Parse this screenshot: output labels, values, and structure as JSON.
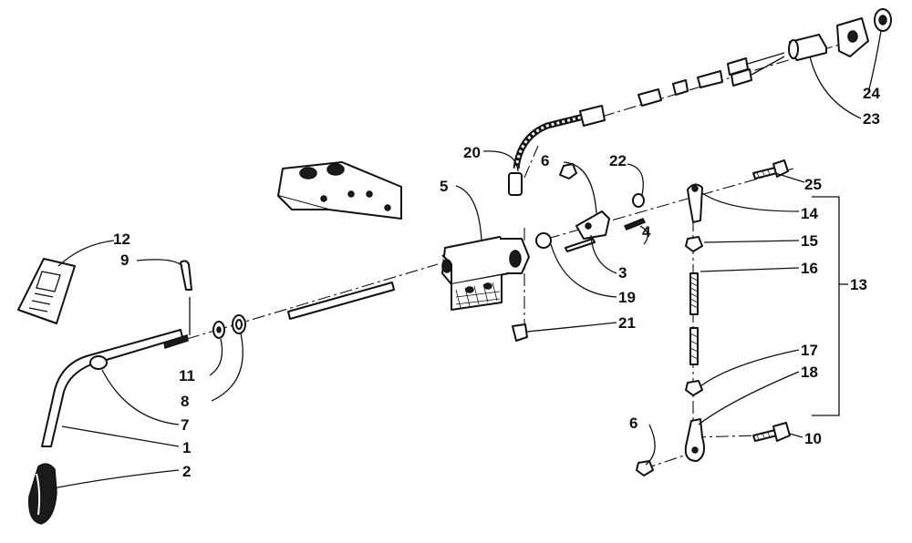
{
  "callouts": [
    {
      "id": "1"
    },
    {
      "id": "2"
    },
    {
      "id": "3"
    },
    {
      "id": "4"
    },
    {
      "id": "5"
    },
    {
      "id": "6a"
    },
    {
      "id": "6b"
    },
    {
      "id": "7"
    },
    {
      "id": "8"
    },
    {
      "id": "9"
    },
    {
      "id": "10"
    },
    {
      "id": "11"
    },
    {
      "id": "12"
    },
    {
      "id": "13"
    },
    {
      "id": "14"
    },
    {
      "id": "15"
    },
    {
      "id": "16"
    },
    {
      "id": "17"
    },
    {
      "id": "18"
    },
    {
      "id": "19"
    },
    {
      "id": "20"
    },
    {
      "id": "21"
    },
    {
      "id": "22"
    },
    {
      "id": "23"
    },
    {
      "id": "24"
    },
    {
      "id": "25"
    }
  ],
  "labels": {
    "c1": "1",
    "c2": "2",
    "c3": "3",
    "c4": "4",
    "c5": "5",
    "c6a": "6",
    "c6b": "6",
    "c7": "7",
    "c8": "8",
    "c9": "9",
    "c10": "10",
    "c11": "11",
    "c12": "12",
    "c13": "13",
    "c14": "14",
    "c15": "15",
    "c16": "16",
    "c17": "17",
    "c18": "18",
    "c19": "19",
    "c20": "20",
    "c21": "21",
    "c22": "22",
    "c23": "23",
    "c24": "24",
    "c25": "25"
  },
  "icons": {
    "shift-lever": "shift-lever-icon",
    "knob": "knob-icon",
    "decal": "decal-icon",
    "bracket": "bracket-icon",
    "housing": "housing-icon",
    "switch": "switch-icon",
    "connector-harness": "connector-harness-icon",
    "linkage-rod": "linkage-rod-icon"
  }
}
